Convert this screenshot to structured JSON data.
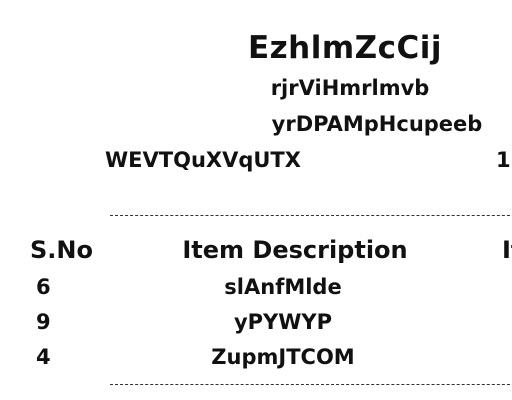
{
  "receipt": {
    "title": "EzhlmZcCij",
    "subtitle_1": "rjrViHmrlmvb",
    "subtitle_2": "yrDPAMpHcupeeb",
    "info_left": "WEVTQuXVqUTX",
    "info_right": "1"
  },
  "table": {
    "headers": [
      "S.No",
      "Item Description",
      "It"
    ],
    "rows": [
      {
        "sno": "6",
        "description": "slAnfMlde"
      },
      {
        "sno": "9",
        "description": "yPYWYP"
      },
      {
        "sno": "4",
        "description": "ZupmJTCOM"
      }
    ]
  },
  "colors": {
    "text": "#111111",
    "background": "#ffffff"
  }
}
